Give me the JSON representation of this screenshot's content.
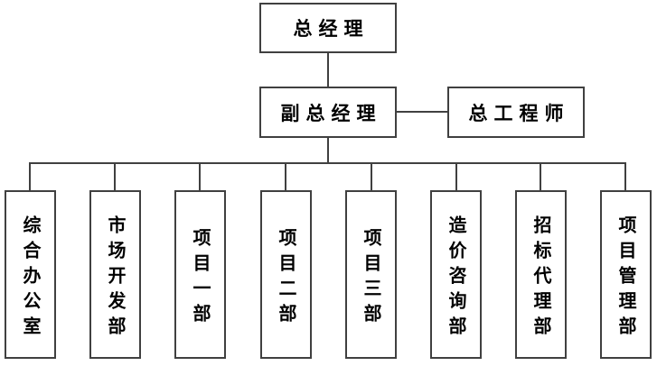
{
  "org": {
    "top": {
      "label": "总经理"
    },
    "deputy": {
      "label": "副总经理"
    },
    "chief": {
      "label": "总工程师"
    },
    "departments": [
      {
        "label": "综合办公室"
      },
      {
        "label": "市场开发部"
      },
      {
        "label": "项目一部"
      },
      {
        "label": "项目二部"
      },
      {
        "label": "项目三部"
      },
      {
        "label": "造价咨询部"
      },
      {
        "label": "招标代理部"
      },
      {
        "label": "项目管理部"
      }
    ],
    "colors": {
      "border": "#404040",
      "line": "#404040",
      "text": "#000000",
      "background": "#ffffff"
    }
  }
}
